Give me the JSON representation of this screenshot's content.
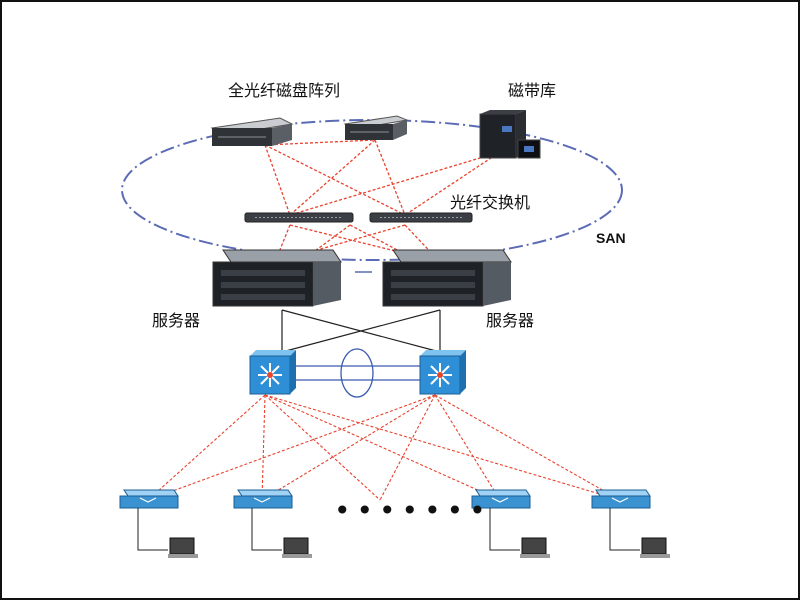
{
  "labels": {
    "disk_array": "全光纤磁盘阵列",
    "tape_library": "磁带库",
    "fc_switch": "光纤交换机",
    "san": "SAN",
    "server_left": "服务器",
    "server_right": "服务器",
    "ellipsis": "•••••••"
  },
  "colors": {
    "san_ring": "#5b6bb5",
    "fiber_link": "#e8432e",
    "lan_link": "#222222",
    "switch_blue": "#2f8fd6",
    "access_switch": "#3a92d0"
  }
}
